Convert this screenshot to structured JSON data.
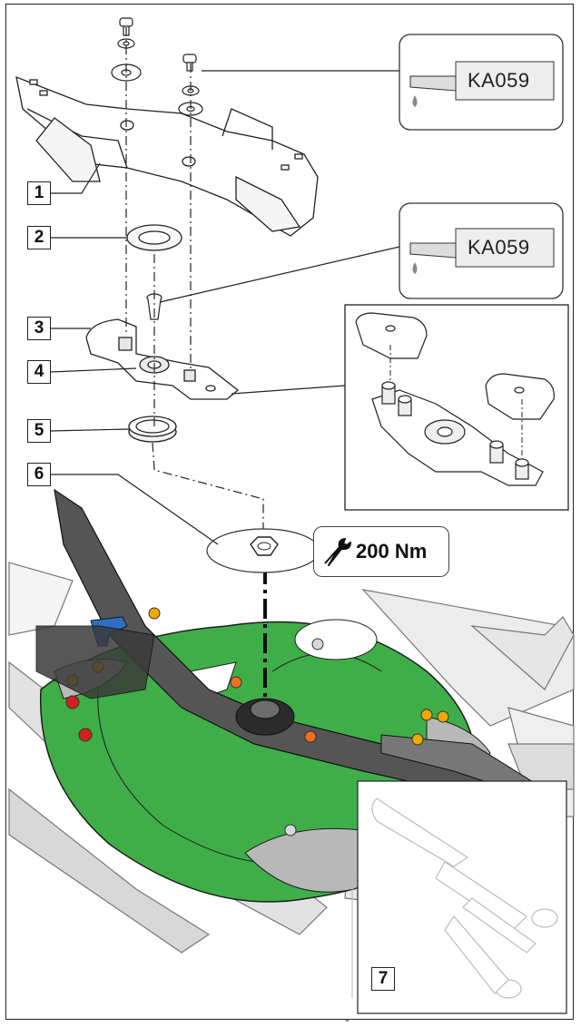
{
  "callouts": [
    "1",
    "2",
    "3",
    "4",
    "5",
    "6",
    "7"
  ],
  "lubricant_label_top": "KA059",
  "lubricant_label_middle": "KA059",
  "torque": "200 Nm",
  "icons": {
    "lubricant": "tube-icon",
    "torque": "wrench-icon"
  },
  "colors": {
    "disc_green": "#3fae49",
    "outline": "#222222",
    "plate_gray": "#b8b8b8"
  }
}
